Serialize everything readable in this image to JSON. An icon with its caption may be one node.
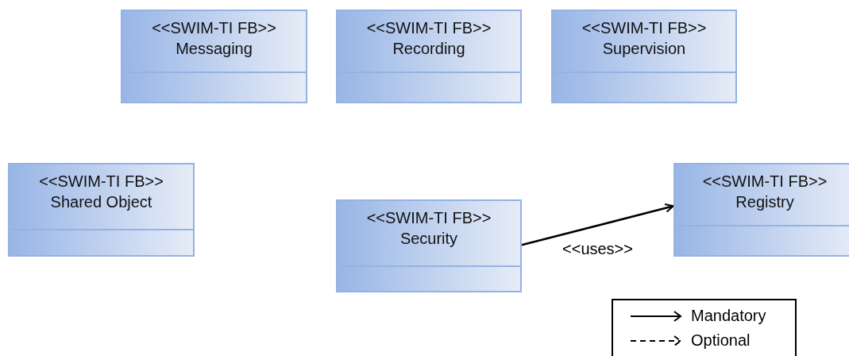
{
  "diagram": {
    "nodes": [
      {
        "text": [
          "<<SWIM-TI FB>>",
          "Messaging"
        ]
      },
      {
        "text": [
          "<<SWIM-TI FB>>",
          "Recording"
        ]
      },
      {
        "text": [
          "<<SWIM-TI FB>>",
          "Supervision"
        ]
      },
      {
        "text": [
          "<<SWIM-TI FB>>",
          "Shared Object"
        ]
      },
      {
        "text": [
          "<<SWIM-TI FB>>",
          "Security"
        ]
      },
      {
        "text": [
          "<<SWIM-TI FB>>",
          "Registry"
        ]
      }
    ],
    "edges": [
      {
        "from": 4,
        "to": 5,
        "arrow": "to",
        "label": "<<uses>>"
      }
    ],
    "legend": [
      {
        "text": "Mandatory"
      },
      {
        "text": "Optional"
      }
    ]
  }
}
